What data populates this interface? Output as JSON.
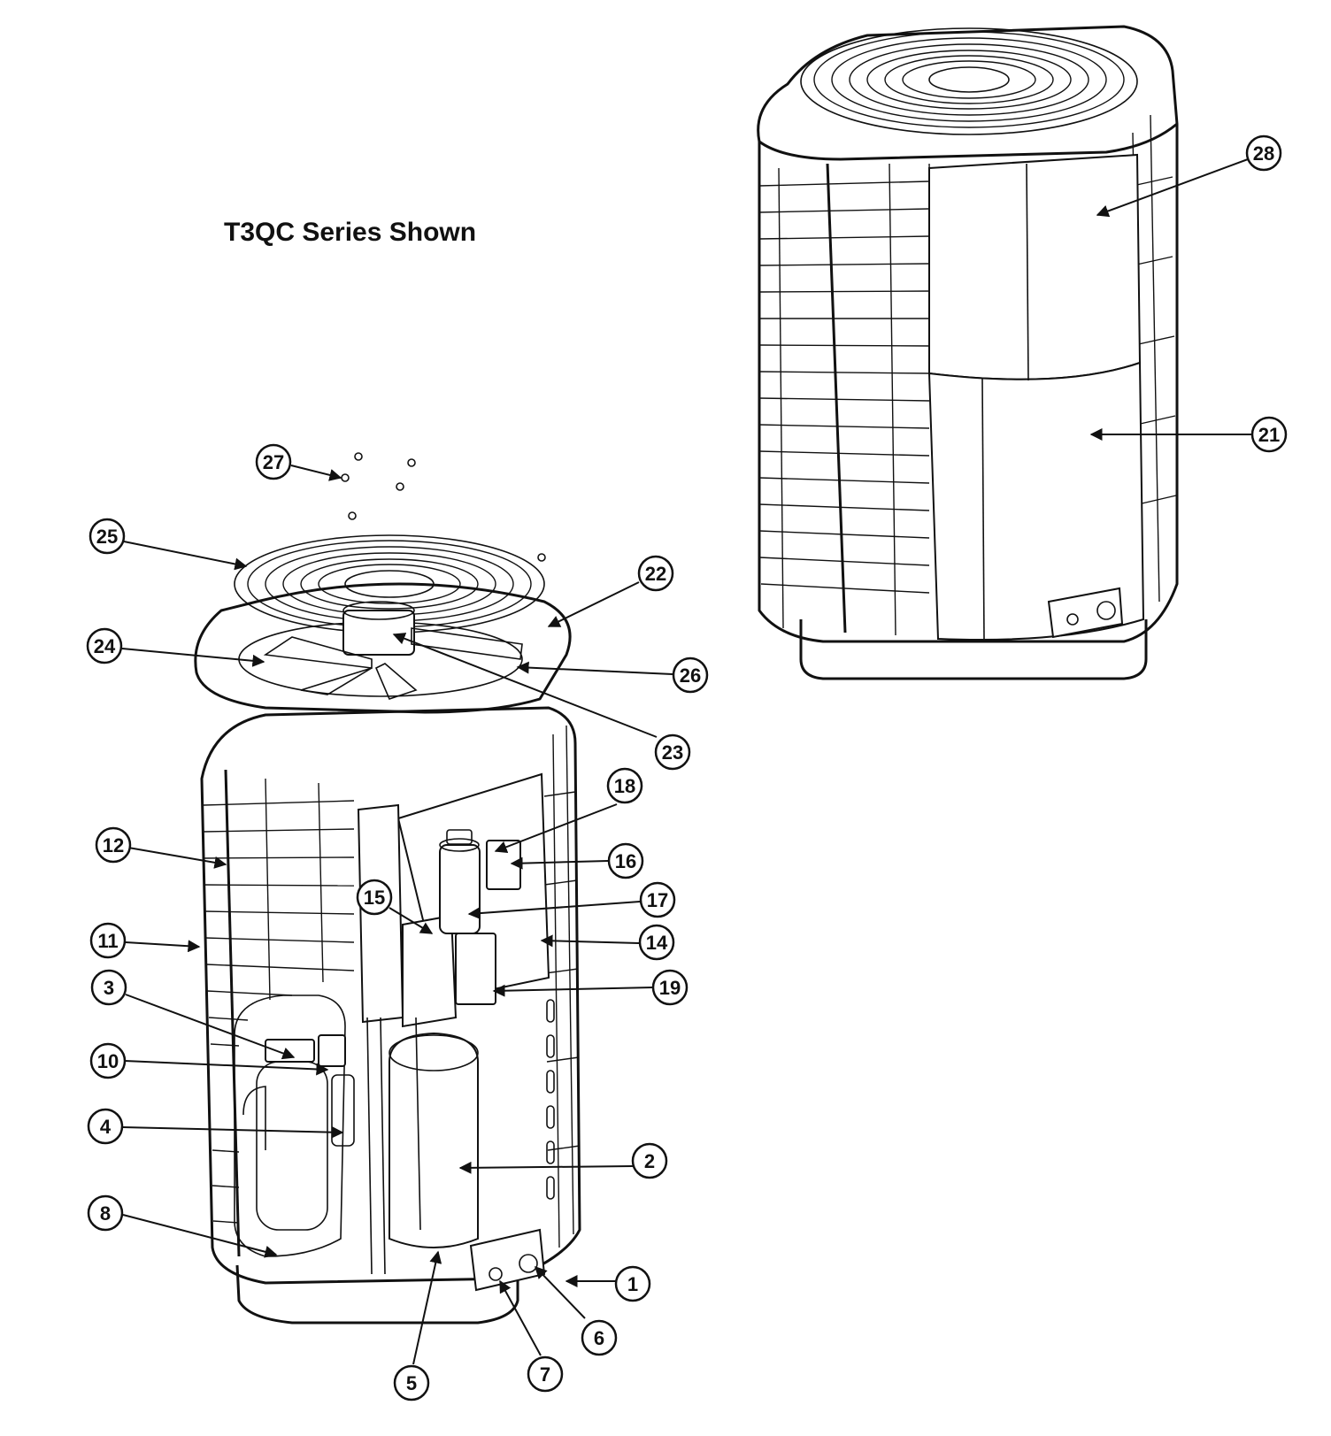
{
  "title": "T3QC Series Shown",
  "callouts": [
    {
      "n": "1"
    },
    {
      "n": "2"
    },
    {
      "n": "3"
    },
    {
      "n": "4"
    },
    {
      "n": "5"
    },
    {
      "n": "6"
    },
    {
      "n": "7"
    },
    {
      "n": "8"
    },
    {
      "n": "10"
    },
    {
      "n": "11"
    },
    {
      "n": "12"
    },
    {
      "n": "14"
    },
    {
      "n": "15"
    },
    {
      "n": "16"
    },
    {
      "n": "17"
    },
    {
      "n": "18"
    },
    {
      "n": "19"
    },
    {
      "n": "21"
    },
    {
      "n": "22"
    },
    {
      "n": "23"
    },
    {
      "n": "24"
    },
    {
      "n": "25"
    },
    {
      "n": "26"
    },
    {
      "n": "27"
    },
    {
      "n": "28"
    }
  ]
}
